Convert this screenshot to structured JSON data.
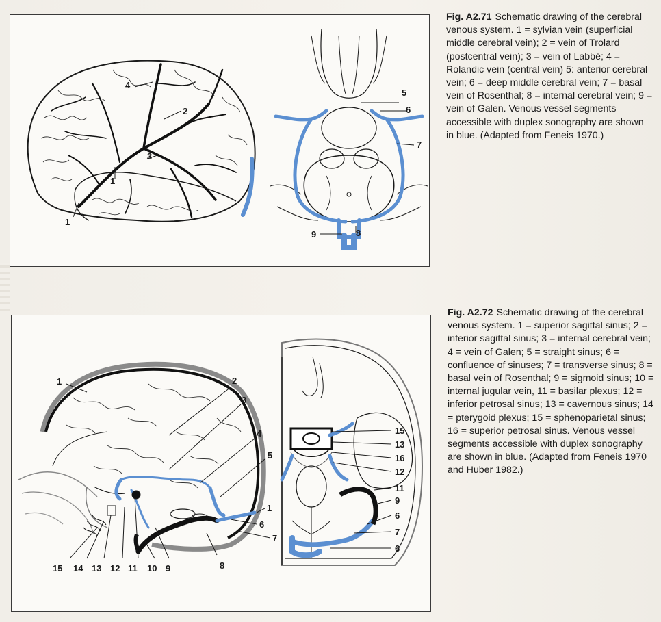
{
  "figures": [
    {
      "label": "Fig. A2.71",
      "caption": "Schematic drawing of the cerebral venous system. 1 = sylvian vein (superficial middle cerebral vein); 2 = vein of Trolard (postcentral vein); 3 = vein of Labbé; 4 = Rolandic vein (central vein) 5: anterior cerebral vein; 6 = deep middle cerebral vein; 7 = basal vein of Rosenthal; 8 = internal cerebral vein; 9 = vein of Galen. Venous vessel segments accessible with duplex sonography are shown in blue. (Adapted from Feneis 1970.)",
      "left_labels": [
        "4",
        "2",
        "3",
        "1",
        "1"
      ],
      "right_labels": [
        "5",
        "6",
        "7",
        "9",
        "8"
      ]
    },
    {
      "label": "Fig. A2.72",
      "caption": "Schematic drawing of the cerebral venous system. 1 = superior sagittal sinus; 2 = inferior sagittal sinus; 3 = internal cerebral vein; 4 = vein of Galen; 5 = straight sinus; 6 = confluence of sinuses; 7 = transverse sinus; 8 = basal vein of Rosenthal; 9 = sigmoid sinus; 10 = internal jugular vein, 11 = basilar plexus; 12 = inferior petrosal sinus; 13 = cavernous sinus; 14 = pterygoid plexus; 15 = sphenoparietal sinus; 16 = superior petrosal sinus. Venous vessel segments accessible with duplex sonography are shown in blue. (Adapted from Feneis 1970 and Huber 1982.)",
      "left_labels": [
        "1",
        "2",
        "3",
        "4",
        "5",
        "1",
        "6",
        "7",
        "8"
      ],
      "bottom_labels": [
        "15",
        "14",
        "13",
        "12",
        "11",
        "10",
        "9"
      ],
      "right_labels": [
        "15",
        "13",
        "16",
        "12",
        "11",
        "9",
        "6",
        "7",
        "6"
      ]
    }
  ],
  "colors": {
    "vessel_blue": "#5b8fd1",
    "ink": "#1a1a1a"
  }
}
